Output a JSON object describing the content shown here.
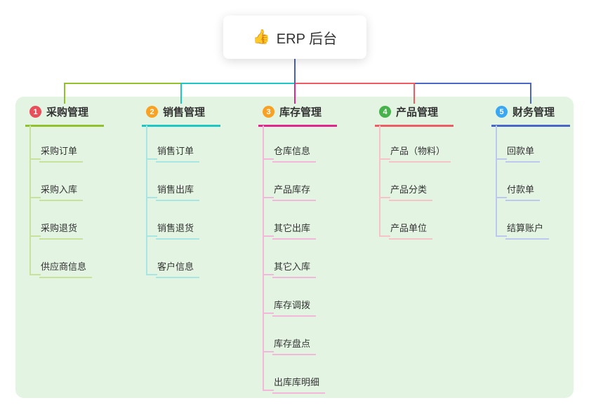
{
  "root": {
    "icon": "👍",
    "label": "ERP 后台"
  },
  "branches": [
    {
      "num": "1",
      "label": "采购管理",
      "color": "#93c02d",
      "badge_color": "#e94f5a",
      "line_color": "#c7e39b",
      "items": [
        "采购订单",
        "采购入库",
        "采购退货",
        "供应商信息"
      ]
    },
    {
      "num": "2",
      "label": "销售管理",
      "color": "#1fc7c4",
      "badge_color": "#f9a123",
      "line_color": "#a8e6e4",
      "items": [
        "销售订单",
        "销售出库",
        "销售退货",
        "客户信息"
      ]
    },
    {
      "num": "3",
      "label": "库存管理",
      "color": "#e5258f",
      "badge_color": "#f9a123",
      "line_color": "#f3b7d9",
      "items": [
        "仓库信息",
        "产品库存",
        "其它出库",
        "其它入库",
        "库存调拨",
        "库存盘点",
        "出库库明细"
      ]
    },
    {
      "num": "4",
      "label": "产品管理",
      "color": "#ef5b63",
      "badge_color": "#47b14b",
      "line_color": "#f7c3c6",
      "items": [
        "产品（物料）",
        "产品分类",
        "产品单位"
      ]
    },
    {
      "num": "5",
      "label": "财务管理",
      "color": "#4a67c8",
      "badge_color": "#3aa7f5",
      "line_color": "#bcc8ee",
      "items": [
        "回款单",
        "付款单",
        "结算账户"
      ]
    }
  ],
  "connector_colors": {
    "root_stem": "#4a5fc1"
  },
  "background": {
    "panel": "#e3f5e2",
    "page": "#ffffff"
  }
}
